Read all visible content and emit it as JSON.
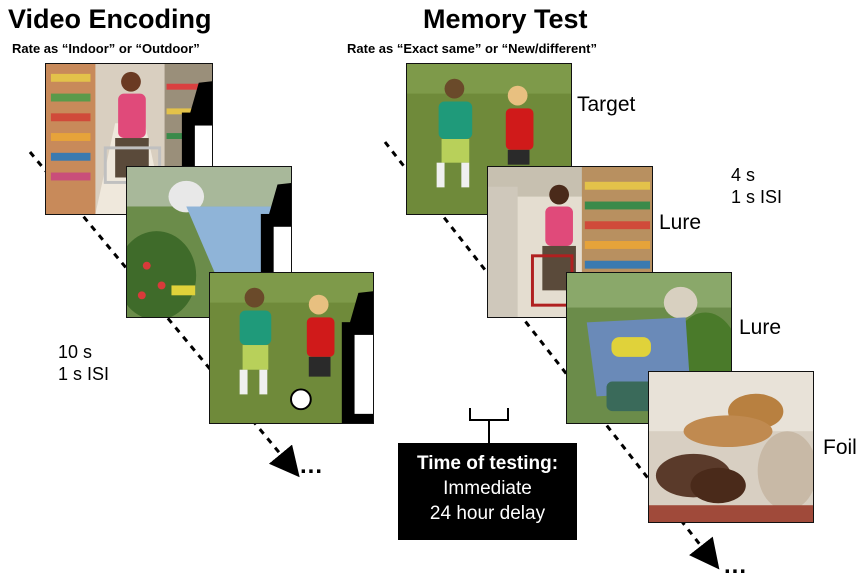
{
  "left_panel": {
    "title": "Video Encoding",
    "subtitle": "Rate as “Indoor” or “Outdoor”",
    "timing_line1": "10 s",
    "timing_line2": "1 s ISI",
    "ellipsis": "...",
    "frames": [
      {
        "scene": "woman-shopping-cart-grocery-aisle",
        "icon": "video-clapper-icon"
      },
      {
        "scene": "elderly-man-gardening-flowers",
        "icon": "video-clapper-icon"
      },
      {
        "scene": "children-playing-soccer",
        "icon": "video-clapper-icon"
      }
    ]
  },
  "right_panel": {
    "title": "Memory Test",
    "subtitle": "Rate as “Exact same” or “New/different”",
    "timing_line1": "4 s",
    "timing_line2": "1 s ISI",
    "ellipsis": "...",
    "frames": [
      {
        "scene": "children-playing-soccer",
        "label": "Target"
      },
      {
        "scene": "woman-shopping-cart-grocery-aisle",
        "label": "Lure"
      },
      {
        "scene": "elderly-man-gardening-watering-can",
        "label": "Lure"
      },
      {
        "scene": "dogs-lying-on-couch",
        "label": "Foil"
      }
    ]
  },
  "testing_box": {
    "heading": "Time of testing:",
    "line1": "Immediate",
    "line2": "24 hour delay"
  }
}
